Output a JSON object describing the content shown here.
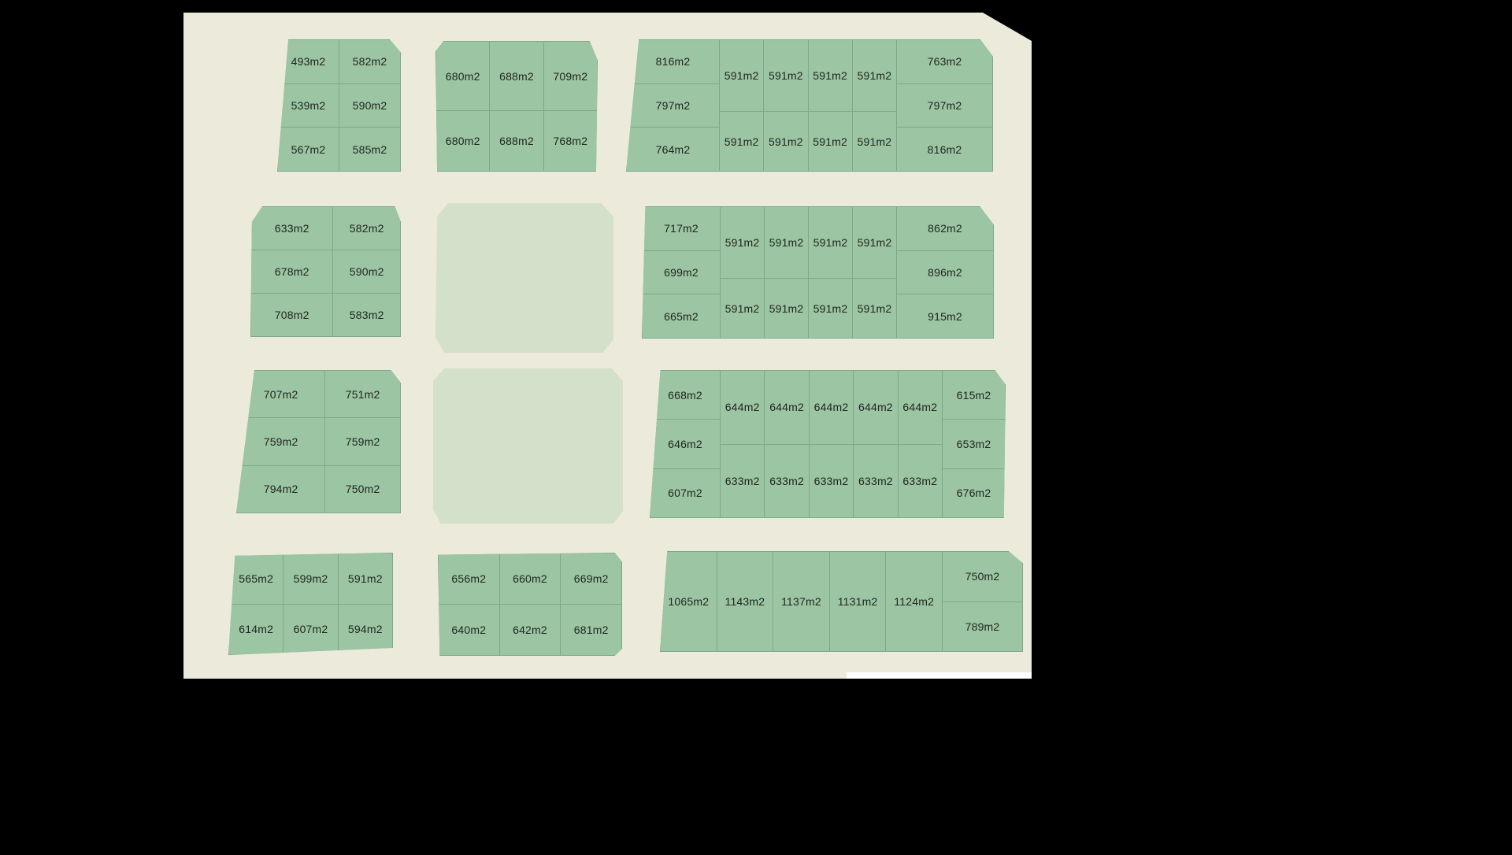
{
  "title": "Subdivision lot map",
  "colors": {
    "page_bg": "#000000",
    "map_bg": "#ECEADB",
    "lot_fill": "#9CC5A3",
    "lot_border": "#7FA888",
    "empty_fill": "#D3E0CA",
    "label": "#20261F"
  },
  "blocks": {
    "b1": {
      "lots": [
        "493m2",
        "582m2",
        "539m2",
        "590m2",
        "567m2",
        "585m2"
      ]
    },
    "b2": {
      "lots": [
        "680m2",
        "688m2",
        "709m2",
        "680m2",
        "688m2",
        "768m2"
      ]
    },
    "b3": {
      "left": [
        "816m2",
        "797m2",
        "764m2"
      ],
      "mid": [
        "591m2",
        "591m2",
        "591m2",
        "591m2",
        "591m2",
        "591m2",
        "591m2",
        "591m2"
      ],
      "right": [
        "763m2",
        "797m2",
        "816m2"
      ]
    },
    "b4": {
      "lots": [
        "633m2",
        "582m2",
        "678m2",
        "590m2",
        "708m2",
        "583m2"
      ]
    },
    "b6": {
      "left": [
        "717m2",
        "699m2",
        "665m2"
      ],
      "mid": [
        "591m2",
        "591m2",
        "591m2",
        "591m2",
        "591m2",
        "591m2",
        "591m2",
        "591m2"
      ],
      "right": [
        "862m2",
        "896m2",
        "915m2"
      ]
    },
    "b7": {
      "lots": [
        "707m2",
        "751m2",
        "759m2",
        "759m2",
        "794m2",
        "750m2"
      ]
    },
    "b9": {
      "left": [
        "668m2",
        "646m2",
        "607m2"
      ],
      "mid": [
        "644m2",
        "644m2",
        "644m2",
        "644m2",
        "644m2",
        "633m2",
        "633m2",
        "633m2",
        "633m2",
        "633m2"
      ],
      "right": [
        "615m2",
        "653m2",
        "676m2"
      ]
    },
    "b10": {
      "lots": [
        "565m2",
        "599m2",
        "591m2",
        "614m2",
        "607m2",
        "594m2"
      ]
    },
    "b11": {
      "lots": [
        "656m2",
        "660m2",
        "669m2",
        "640m2",
        "642m2",
        "681m2"
      ]
    },
    "b12": {
      "row": [
        "1065m2",
        "1143m2",
        "1137m2",
        "1131m2",
        "1124m2"
      ],
      "right": [
        "750m2",
        "789m2"
      ]
    }
  }
}
